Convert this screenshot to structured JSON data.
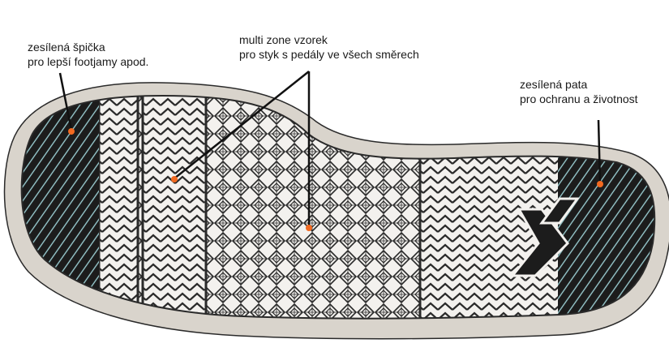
{
  "callouts": {
    "toe": {
      "line1": "zesílená špička",
      "line2": "pro lepší footjamy apod."
    },
    "middle": {
      "line1": "multi zone vzorek",
      "line2": "pro styk s pedály ve všech směrech"
    },
    "heel": {
      "line1": "zesílená pata",
      "line2": "pro ochranu a životnost"
    }
  },
  "colors": {
    "outsole_rim": "#d9d4cc",
    "tread_dark": "#1c1c1c",
    "accent_marker": "#f26a21",
    "cyan_stripes": "#9fd3d8"
  }
}
